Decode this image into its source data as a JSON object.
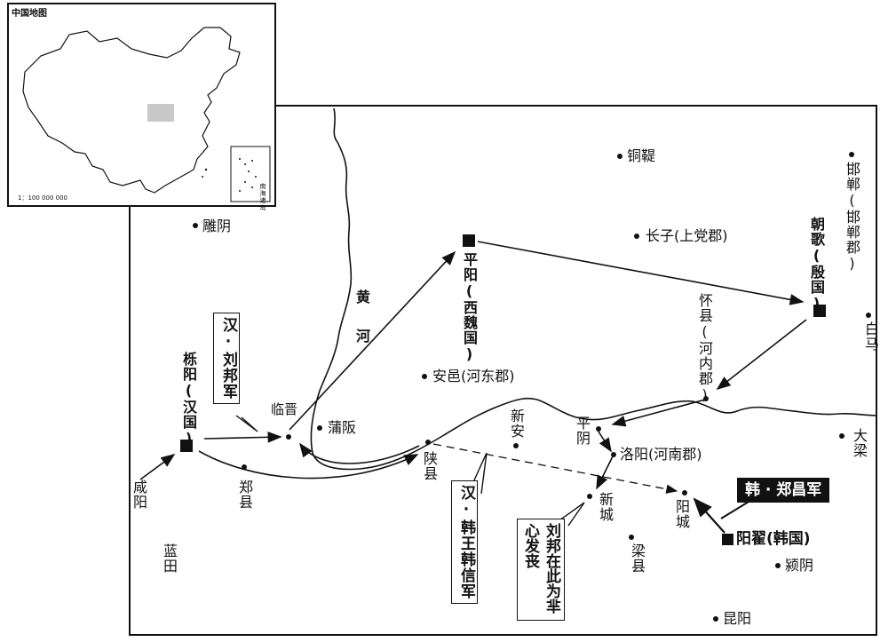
{
  "inset": {
    "title": "中国地图",
    "scale": "1：100 000 000",
    "scs_label": "南海诸岛"
  },
  "map": {
    "river_name": "黄河",
    "places": [
      {
        "name": "铜鞮"
      },
      {
        "name": "邯郸(邯郸郡)"
      },
      {
        "name": "雕阴"
      },
      {
        "name": "长子(上党郡)"
      },
      {
        "name": "朝歌(殷国)"
      },
      {
        "name": "平阳(西魏国)"
      },
      {
        "name": "怀县(河内郡)"
      },
      {
        "name": "白马"
      },
      {
        "name": "栎阳(汉国)"
      },
      {
        "name": "临晋"
      },
      {
        "name": "蒲阪"
      },
      {
        "name": "安邑(河东郡)"
      },
      {
        "name": "新安"
      },
      {
        "name": "平阴"
      },
      {
        "name": "洛阳(河南郡)"
      },
      {
        "name": "大梁"
      },
      {
        "name": "咸阳"
      },
      {
        "name": "郑县"
      },
      {
        "name": "陕县"
      },
      {
        "name": "新城"
      },
      {
        "name": "阳城"
      },
      {
        "name": "阳翟(韩国)"
      },
      {
        "name": "蓝田"
      },
      {
        "name": "梁县"
      },
      {
        "name": "颍阴"
      },
      {
        "name": "昆阳"
      }
    ],
    "callouts": {
      "han_liu_bang": "汉·刘邦军",
      "han_han_xin": "汉·韩王韩信军",
      "han_zheng_chang": "韩 · 郑昌军",
      "liu_bang_note": "刘邦在此为芈心发丧"
    },
    "colors": {
      "ink": "#111111",
      "highlight": "#c8c8c8"
    }
  }
}
